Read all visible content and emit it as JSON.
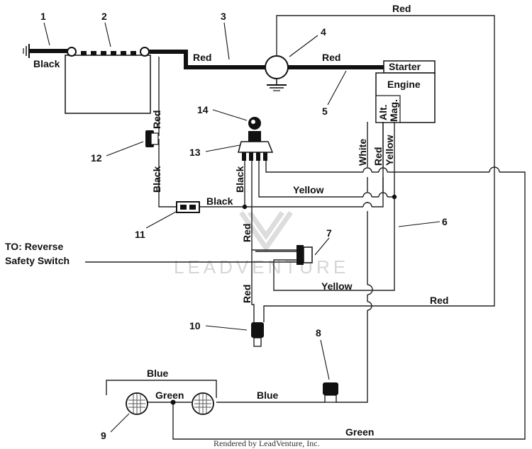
{
  "wires": {
    "top_red": "Red",
    "main_red_left": "Red",
    "main_red_right": "Red",
    "battery_black": "Black",
    "battery_red": "Red",
    "black_down": "Black",
    "black_right": "Black",
    "switch_black": "Black",
    "yellow_mid": "Yellow",
    "switch_red": "Red",
    "yellow_lower": "Yellow",
    "red_down": "Red",
    "red_long": "Red",
    "white_v": "White",
    "red_v": "Red",
    "yellow_v": "Yellow",
    "blue_top": "Blue",
    "green_mid": "Green",
    "blue_mid": "Blue",
    "green_bottom": "Green"
  },
  "components": {
    "starter": "Starter",
    "engine": "Engine",
    "alt_mag_1": "Alt.",
    "alt_mag_2": "Mag."
  },
  "callouts": [
    "1",
    "2",
    "3",
    "4",
    "5",
    "6",
    "7",
    "8",
    "9",
    "10",
    "11",
    "12",
    "13",
    "14"
  ],
  "reverse_note": {
    "line1": "TO: Reverse",
    "line2": "Safety Switch"
  },
  "watermark": "LEADVENTURE",
  "footer": "Rendered by LeadVenture, Inc."
}
